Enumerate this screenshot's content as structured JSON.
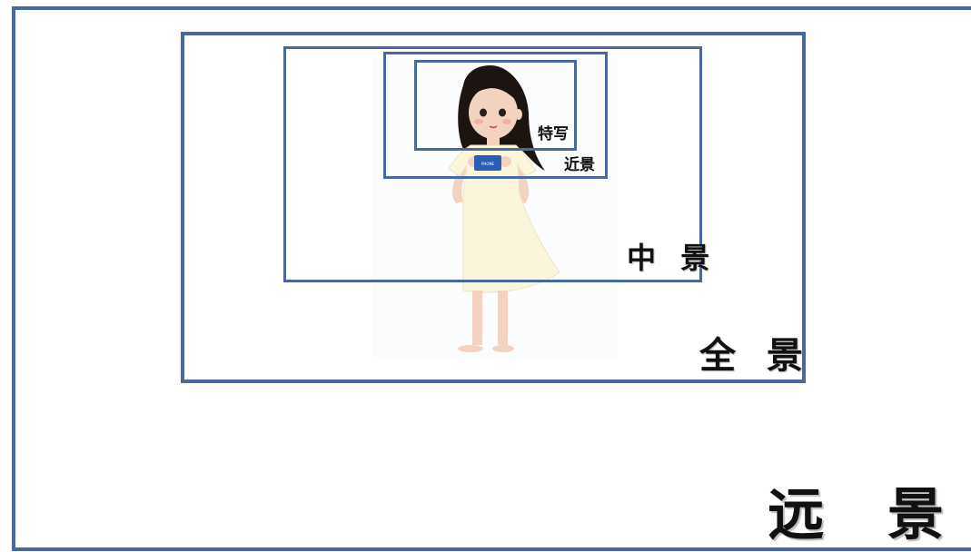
{
  "colors": {
    "frame": "#4a68a0",
    "label_text": "#111111",
    "dress": "#fbf5dc",
    "hair": "#1c1411",
    "skin": "#f3d3c0",
    "phone": "#2a5db4"
  },
  "shots": {
    "far": "远 景",
    "full": "全 景",
    "medium": "中 景",
    "close": "近景",
    "closeup": "特写"
  },
  "phone_screen_text": "PHONE",
  "icons": {
    "figure": "girl-holding-phone-illustration"
  }
}
